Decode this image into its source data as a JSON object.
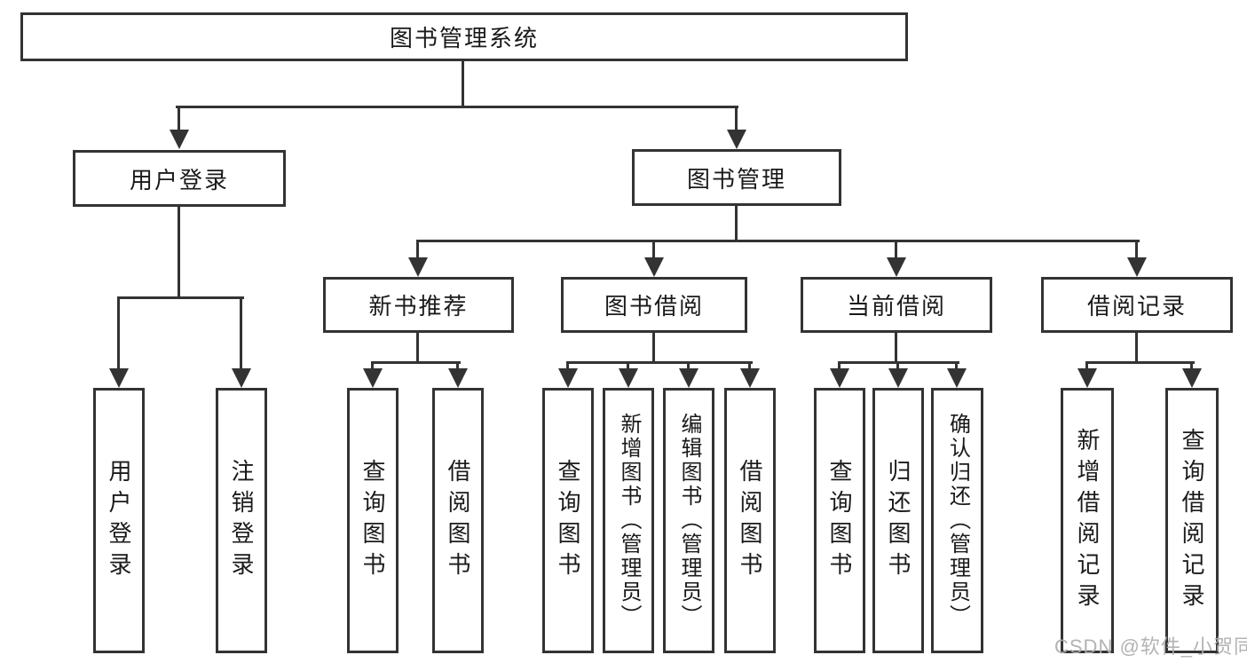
{
  "diagram": {
    "nodes": {
      "root": "图书管理系统",
      "user_login": "用户登录",
      "book_management": "图书管理",
      "new_book_recommend": "新书推荐",
      "book_borrow": "图书借阅",
      "current_borrow": "当前借阅",
      "borrow_records": "借阅记录",
      "leaf_user_login": "用户登录",
      "leaf_logout": "注销登录",
      "leaf_rec_query": "查询图书",
      "leaf_rec_borrow": "借阅图书",
      "leaf_bb_query": "查询图书",
      "leaf_bb_add": "新增图书（管理员）",
      "leaf_bb_edit": "编辑图书（管理员）",
      "leaf_bb_borrow": "借阅图书",
      "leaf_cb_query": "查询图书",
      "leaf_cb_return": "归还图书",
      "leaf_cb_confirm": "确认归还（管理员）",
      "leaf_br_add": "新增借阅记录",
      "leaf_br_query": "查询借阅记录"
    },
    "hierarchy": {
      "图书管理系统": {
        "用户登录": [
          "用户登录",
          "注销登录"
        ],
        "图书管理": {
          "新书推荐": [
            "查询图书",
            "借阅图书"
          ],
          "图书借阅": [
            "查询图书",
            "新增图书（管理员）",
            "编辑图书（管理员）",
            "借阅图书"
          ],
          "当前借阅": [
            "查询图书",
            "归还图书",
            "确认归还（管理员）"
          ],
          "借阅记录": [
            "新增借阅记录",
            "查询借阅记录"
          ]
        }
      }
    },
    "watermark": "CSDN @软件_小贺同学",
    "colors": {
      "line": "#333333",
      "text": "#1a1a1a",
      "background": "#ffffff",
      "watermark": "#acacac"
    }
  }
}
